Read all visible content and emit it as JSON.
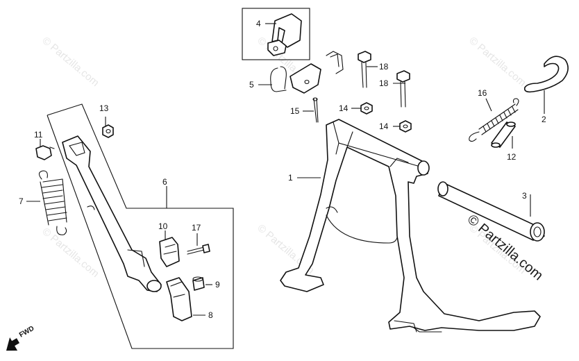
{
  "watermarks": [
    "© Partzilla.com",
    "© Partzilla.com",
    "© Partzilla.com",
    "© Partzilla.com",
    "© Partzilla.com",
    "© Partzilla.com"
  ],
  "brand_text": "© Partzilla.com",
  "direction_label": "FWD",
  "callouts": [
    "1",
    "2",
    "3",
    "4",
    "5",
    "6",
    "7",
    "8",
    "9",
    "10",
    "11",
    "12",
    "13",
    "14",
    "14",
    "15",
    "16",
    "17",
    "18",
    "18"
  ]
}
